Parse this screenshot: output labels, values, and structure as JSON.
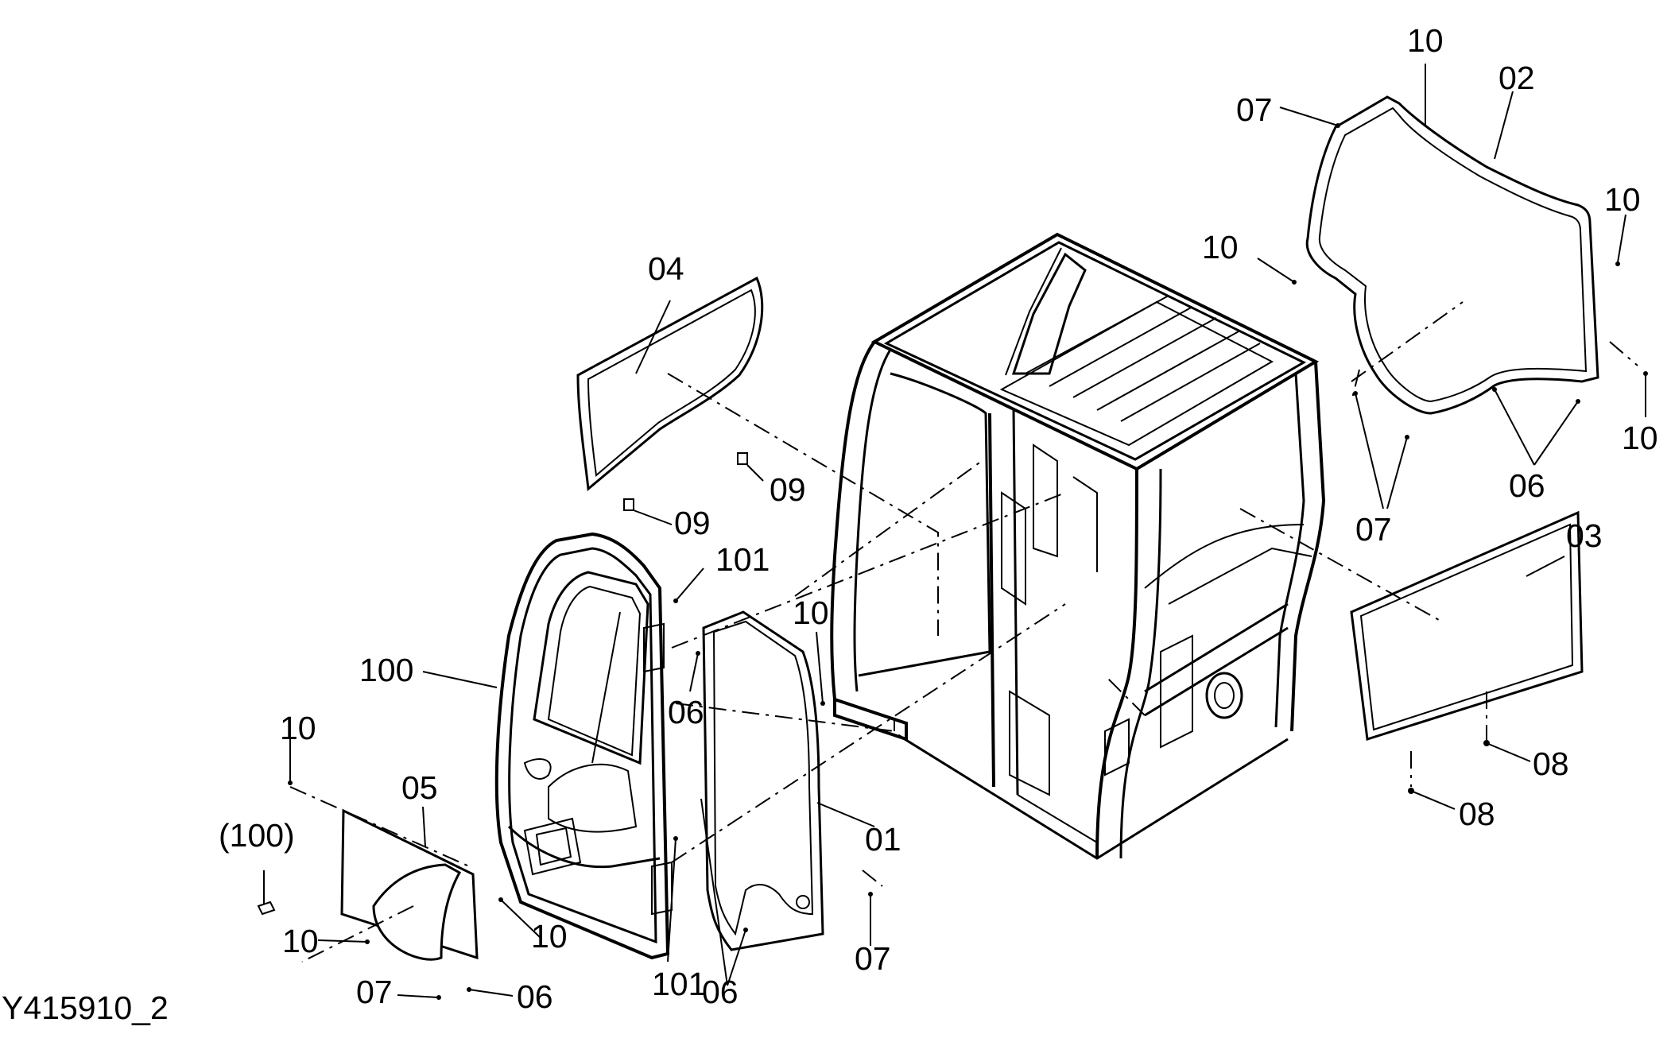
{
  "diagram": {
    "drawing_id": "Y415910_2",
    "callouts": [
      {
        "key": "c_01",
        "text": "01"
      },
      {
        "key": "c_02",
        "text": "02"
      },
      {
        "key": "c_03",
        "text": "03"
      },
      {
        "key": "c_04",
        "text": "04"
      },
      {
        "key": "c_05",
        "text": "05"
      },
      {
        "key": "c_06a",
        "text": "06"
      },
      {
        "key": "c_06b",
        "text": "06"
      },
      {
        "key": "c_06c",
        "text": "06"
      },
      {
        "key": "c_06d",
        "text": "06"
      },
      {
        "key": "c_07a",
        "text": "07"
      },
      {
        "key": "c_07b",
        "text": "07"
      },
      {
        "key": "c_07c",
        "text": "07"
      },
      {
        "key": "c_07d",
        "text": "07"
      },
      {
        "key": "c_08a",
        "text": "08"
      },
      {
        "key": "c_08b",
        "text": "08"
      },
      {
        "key": "c_09a",
        "text": "09"
      },
      {
        "key": "c_09b",
        "text": "09"
      },
      {
        "key": "c_10a",
        "text": "10"
      },
      {
        "key": "c_10b",
        "text": "10"
      },
      {
        "key": "c_10c",
        "text": "10"
      },
      {
        "key": "c_10d",
        "text": "10"
      },
      {
        "key": "c_10e",
        "text": "10"
      },
      {
        "key": "c_10f",
        "text": "10"
      },
      {
        "key": "c_10g",
        "text": "10"
      },
      {
        "key": "c_10h",
        "text": "10"
      },
      {
        "key": "c_100",
        "text": "100"
      },
      {
        "key": "c_100p",
        "text": "(100)"
      },
      {
        "key": "c_101a",
        "text": "101"
      },
      {
        "key": "c_101b",
        "text": "101"
      }
    ]
  }
}
